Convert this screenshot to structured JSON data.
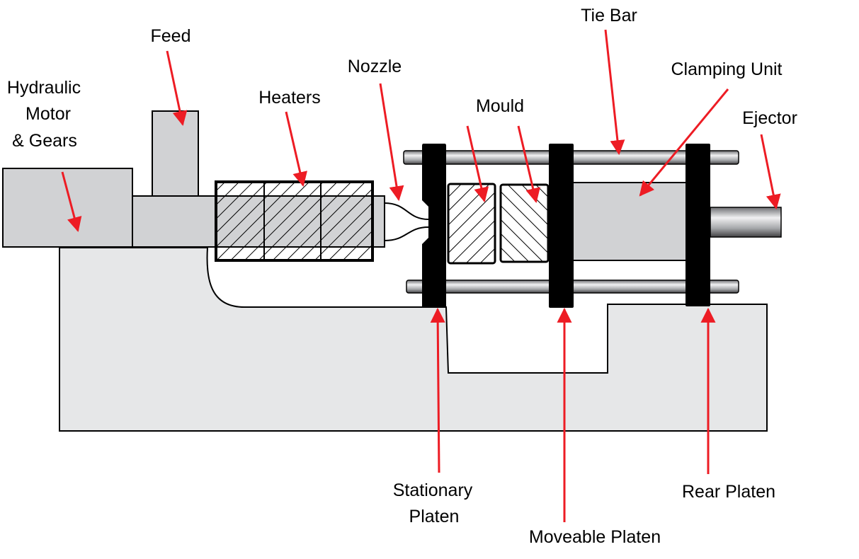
{
  "labels": {
    "feed": "Feed",
    "hydraulic_line1": "Hydraulic",
    "hydraulic_line2": "Motor",
    "hydraulic_line3": "& Gears",
    "heaters": "Heaters",
    "nozzle": "Nozzle",
    "mould": "Mould",
    "tie_bar": "Tie Bar",
    "clamping_unit": "Clamping Unit",
    "ejector": "Ejector",
    "stationary_line1": "Stationary",
    "stationary_line2": "Platen",
    "moveable_platen": "Moveable Platen",
    "rear_platen": "Rear Platen"
  },
  "colors": {
    "arrow": "#ed1c24",
    "component_fill": "#d1d2d4",
    "base_fill": "#e6e7e8",
    "platen": "#000000"
  }
}
